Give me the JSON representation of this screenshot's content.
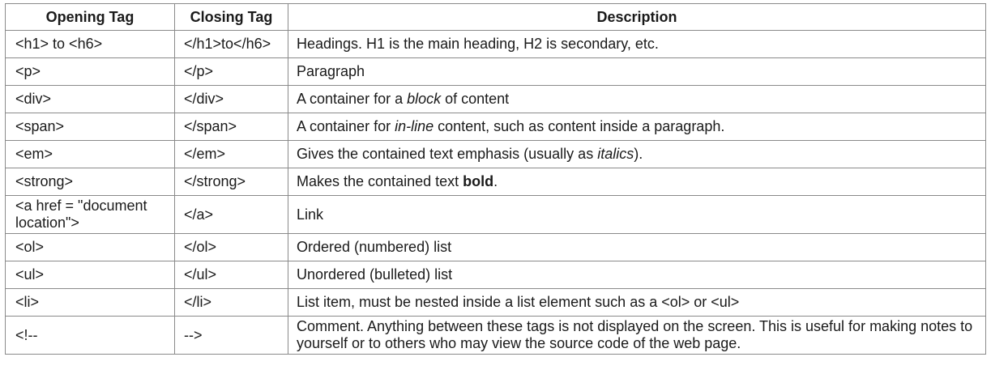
{
  "table": {
    "headers": {
      "opening": "Opening Tag",
      "closing": "Closing Tag",
      "description": "Description"
    },
    "rows": [
      {
        "opening": "<h1> to <h6>",
        "closing": "</h1>to</h6>",
        "description": "Headings. H1 is the main heading, H2 is secondary, etc."
      },
      {
        "opening": "<p>",
        "closing": "</p>",
        "description": "Paragraph"
      },
      {
        "opening": "<div>",
        "closing": "</div>",
        "description_before": "A container for a ",
        "description_em": "block",
        "description_after": " of content"
      },
      {
        "opening": "<span>",
        "closing": "</span>",
        "description_before": "A container for ",
        "description_em": "in-line",
        "description_after": " content, such as content inside a paragraph."
      },
      {
        "opening": "<em>",
        "closing": "</em>",
        "description_before": "Gives the contained text emphasis (usually as ",
        "description_em": "italics",
        "description_after": ")."
      },
      {
        "opening": "<strong>",
        "closing": "</strong>",
        "description_before": "Makes the contained text ",
        "description_strong": "bold",
        "description_after": "."
      },
      {
        "opening": "<a href = \"document location\">",
        "closing": "</a>",
        "description": "Link"
      },
      {
        "opening": "<ol>",
        "closing": "</ol>",
        "description": "Ordered (numbered) list"
      },
      {
        "opening": "<ul>",
        "closing": "</ul>",
        "description": "Unordered (bulleted) list"
      },
      {
        "opening": "<li>",
        "closing": "</li>",
        "description": "List item, must be nested inside a list element such as a <ol> or <ul>"
      },
      {
        "opening": "<!--",
        "closing": "-->",
        "description": "Comment. Anything between these tags is not displayed on the screen. This is useful for making notes to yourself or to others who may view the source code of the web page."
      }
    ]
  }
}
